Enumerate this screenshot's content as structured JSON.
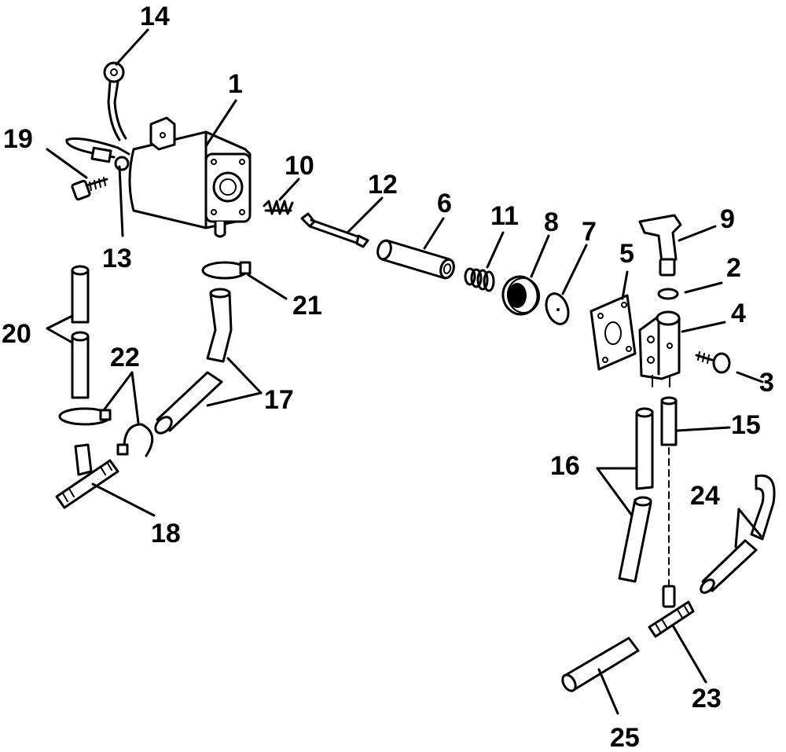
{
  "diagram": {
    "labels": [
      "1",
      "2",
      "3",
      "4",
      "5",
      "6",
      "7",
      "8",
      "9",
      "10",
      "11",
      "12",
      "13",
      "14",
      "15",
      "16",
      "17",
      "18",
      "19",
      "20",
      "21",
      "22",
      "23",
      "24",
      "25"
    ]
  },
  "colors": {
    "ink": "#000000",
    "paper": "#ffffff"
  }
}
